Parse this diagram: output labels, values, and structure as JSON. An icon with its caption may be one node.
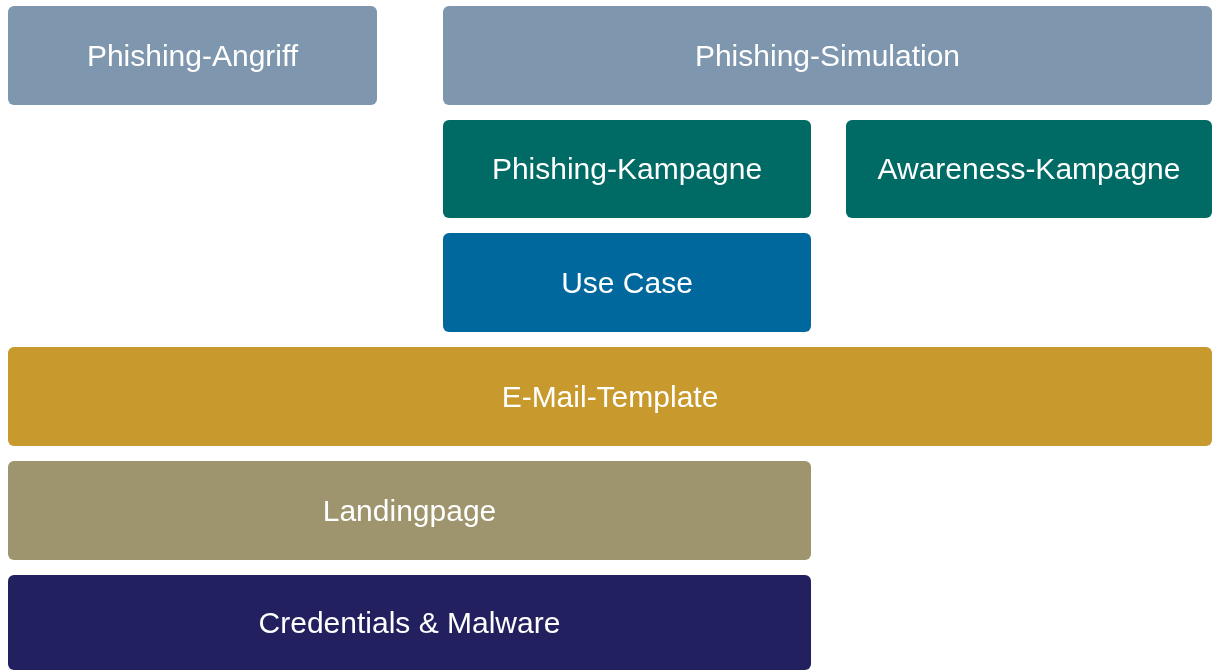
{
  "diagram": {
    "nodes": [
      {
        "text": [
          "Phishing-Angriff"
        ]
      },
      {
        "text": [
          "Phishing-Simulation"
        ]
      },
      {
        "text": [
          "Phishing-Kampagne"
        ]
      },
      {
        "text": [
          "Awareness-Kampagne"
        ]
      },
      {
        "text": [
          "Use Case"
        ]
      },
      {
        "text": [
          "E-Mail-Template"
        ]
      },
      {
        "text": [
          "Landingpage"
        ]
      },
      {
        "text": [
          "Credentials & Malware"
        ]
      }
    ]
  }
}
